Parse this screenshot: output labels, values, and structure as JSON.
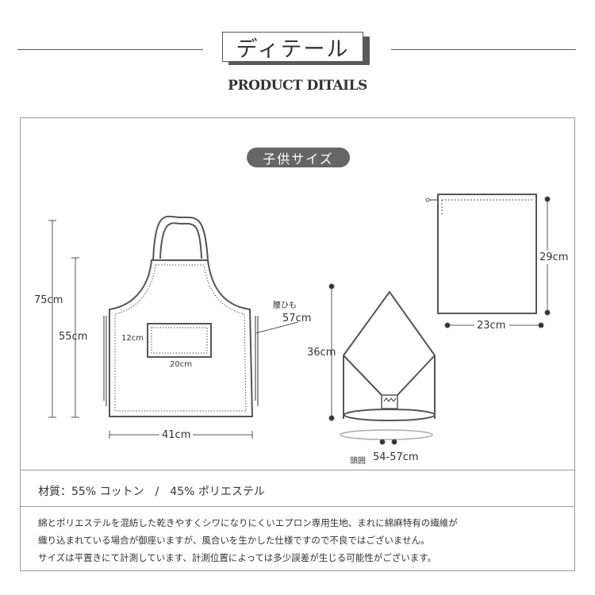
{
  "header": {
    "title": "ディテール",
    "subtitle": "PRODUCT DITAILS"
  },
  "badge": "子供サイズ",
  "apron": {
    "height_total": "75cm",
    "height_body": "55cm",
    "width": "41cm",
    "pocket_height": "12cm",
    "pocket_width": "20cm",
    "waist_tie_label": "腰ひも",
    "waist_tie_length": "57cm"
  },
  "headscarf": {
    "height": "36cm",
    "head_label": "頭囲",
    "head_size": "54-57cm"
  },
  "bag": {
    "height": "29cm",
    "width": "23cm"
  },
  "info": {
    "material": "材質：55% コットン　/　45% ポリエステル",
    "notes": [
      "綿とポリエステルを混紡した乾きやすくシワになりにくいエプロン専用生地、まれに綿麻特有の繊維が",
      "織り込まれている場合が御座いますが、風合いを生かした仕様ですので不良ではございません。",
      "サイズは平置きにて計測しています、計測位置によっては多少誤差が生じる可能性がございます。"
    ]
  }
}
